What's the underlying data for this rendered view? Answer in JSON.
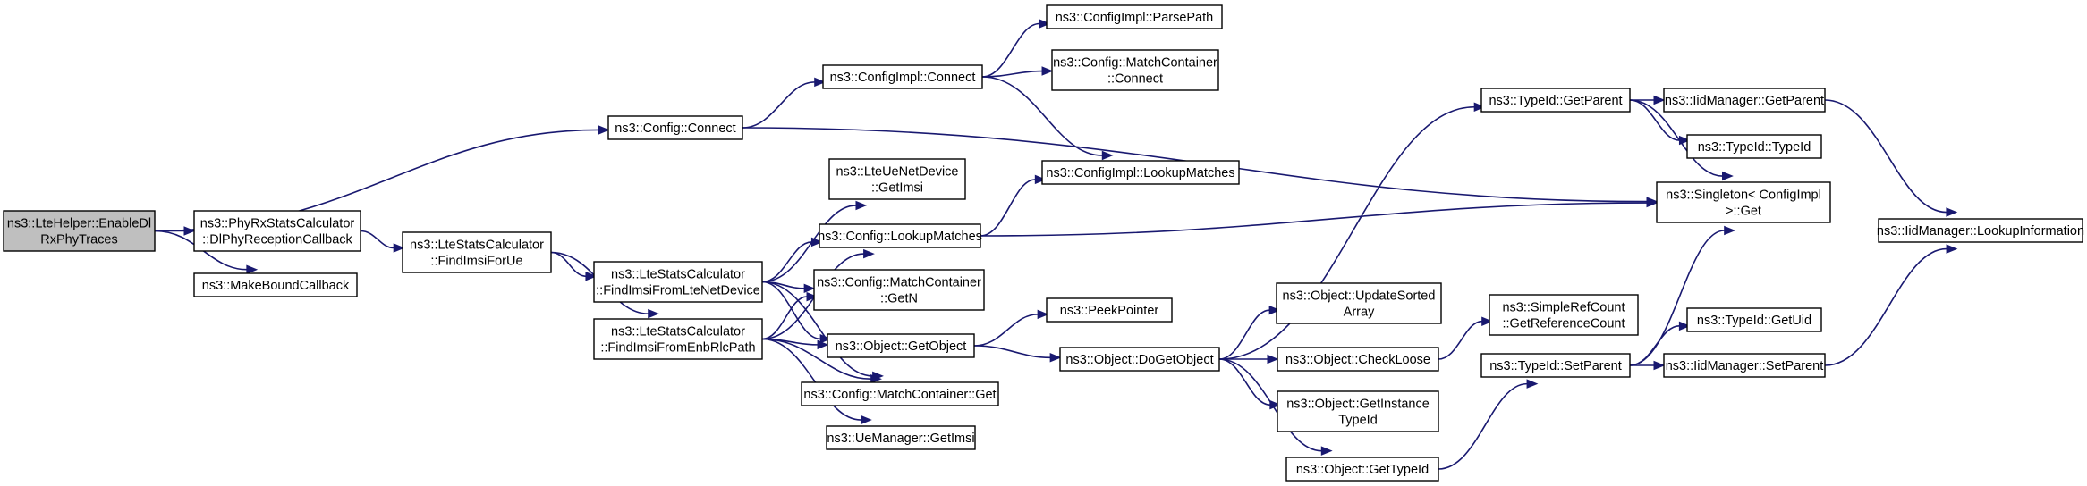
{
  "edge_color": "#191970",
  "root_fill": "#bfbfbf",
  "nodes": [
    {
      "id": "enable",
      "lines": [
        "ns3::LteHelper::EnableDl",
        "RxPhyTraces"
      ],
      "root": true
    },
    {
      "id": "cfgconnect",
      "lines": [
        "ns3::Config::Connect"
      ]
    },
    {
      "id": "phyrx",
      "lines": [
        "ns3::PhyRxStatsCalculator",
        "::DlPhyReceptionCallback"
      ]
    },
    {
      "id": "makebound",
      "lines": [
        "ns3::MakeBoundCallback"
      ]
    },
    {
      "id": "cfgimplconnect",
      "lines": [
        "ns3::ConfigImpl::Connect"
      ]
    },
    {
      "id": "findimsiue",
      "lines": [
        "ns3::LteStatsCalculator",
        "::FindImsiForUe"
      ]
    },
    {
      "id": "parsepath",
      "lines": [
        "ns3::ConfigImpl::ParsePath"
      ]
    },
    {
      "id": "mcconnect",
      "lines": [
        "ns3::Config::MatchContainer",
        "::Connect"
      ]
    },
    {
      "id": "ltuegetimsi",
      "lines": [
        "ns3::LteUeNetDevice",
        "::GetImsi"
      ]
    },
    {
      "id": "cfgimpllookup",
      "lines": [
        "ns3::ConfigImpl::LookupMatches"
      ]
    },
    {
      "id": "findlte",
      "lines": [
        "ns3::LteStatsCalculator",
        "::FindImsiFromLteNetDevice"
      ]
    },
    {
      "id": "cfglookup",
      "lines": [
        "ns3::Config::LookupMatches"
      ]
    },
    {
      "id": "mcgetn",
      "lines": [
        "ns3::Config::MatchContainer",
        "::GetN"
      ]
    },
    {
      "id": "findenb",
      "lines": [
        "ns3::LteStatsCalculator",
        "::FindImsiFromEnbRlcPath"
      ]
    },
    {
      "id": "getobject",
      "lines": [
        "ns3::Object::GetObject"
      ]
    },
    {
      "id": "peek",
      "lines": [
        "ns3::PeekPointer"
      ]
    },
    {
      "id": "mcget",
      "lines": [
        "ns3::Config::MatchContainer::Get"
      ]
    },
    {
      "id": "uemgr",
      "lines": [
        "ns3::UeManager::GetImsi"
      ]
    },
    {
      "id": "dogetobject",
      "lines": [
        "ns3::Object::DoGetObject"
      ]
    },
    {
      "id": "updsorted",
      "lines": [
        "ns3::Object::UpdateSorted",
        "Array"
      ]
    },
    {
      "id": "checkloose",
      "lines": [
        "ns3::Object::CheckLoose"
      ]
    },
    {
      "id": "getinstance",
      "lines": [
        "ns3::Object::GetInstance",
        "TypeId"
      ]
    },
    {
      "id": "objgettypeid",
      "lines": [
        "ns3::Object::GetTypeId"
      ]
    },
    {
      "id": "tidgetparent",
      "lines": [
        "ns3::TypeId::GetParent"
      ]
    },
    {
      "id": "singleton",
      "lines": [
        "ns3::Singleton< ConfigImpl",
        " >::Get"
      ]
    },
    {
      "id": "simpleref",
      "lines": [
        "ns3::SimpleRefCount",
        "::GetReferenceCount"
      ]
    },
    {
      "id": "tidsetparent",
      "lines": [
        "ns3::TypeId::SetParent"
      ]
    },
    {
      "id": "iidgetparent",
      "lines": [
        "ns3::IidManager::GetParent"
      ]
    },
    {
      "id": "tidtypeid",
      "lines": [
        "ns3::TypeId::TypeId"
      ]
    },
    {
      "id": "tidgetuid",
      "lines": [
        "ns3::TypeId::GetUid"
      ]
    },
    {
      "id": "iidsetparent",
      "lines": [
        "ns3::IidManager::SetParent"
      ]
    },
    {
      "id": "iidlookup",
      "lines": [
        "ns3::IidManager::LookupInformation"
      ]
    }
  ],
  "edges": [
    [
      "enable",
      "cfgconnect"
    ],
    [
      "enable",
      "phyrx"
    ],
    [
      "enable",
      "makebound"
    ],
    [
      "cfgconnect",
      "cfgimplconnect"
    ],
    [
      "cfgconnect",
      "singleton"
    ],
    [
      "cfgimplconnect",
      "parsepath"
    ],
    [
      "cfgimplconnect",
      "mcconnect"
    ],
    [
      "cfgimplconnect",
      "cfgimpllookup"
    ],
    [
      "phyrx",
      "findimsiue"
    ],
    [
      "findimsiue",
      "findlte"
    ],
    [
      "findimsiue",
      "findenb"
    ],
    [
      "findlte",
      "ltuegetimsi"
    ],
    [
      "findlte",
      "cfglookup"
    ],
    [
      "findlte",
      "mcgetn"
    ],
    [
      "findlte",
      "getobject"
    ],
    [
      "findlte",
      "mcget"
    ],
    [
      "findenb",
      "cfglookup"
    ],
    [
      "findenb",
      "mcgetn"
    ],
    [
      "findenb",
      "getobject"
    ],
    [
      "findenb",
      "mcget"
    ],
    [
      "findenb",
      "uemgr"
    ],
    [
      "cfglookup",
      "cfgimpllookup"
    ],
    [
      "cfglookup",
      "singleton"
    ],
    [
      "getobject",
      "peek"
    ],
    [
      "getobject",
      "dogetobject"
    ],
    [
      "dogetobject",
      "tidgetparent"
    ],
    [
      "dogetobject",
      "updsorted"
    ],
    [
      "dogetobject",
      "checkloose"
    ],
    [
      "dogetobject",
      "getinstance"
    ],
    [
      "dogetobject",
      "objgettypeid"
    ],
    [
      "checkloose",
      "simpleref"
    ],
    [
      "objgettypeid",
      "tidsetparent"
    ],
    [
      "tidgetparent",
      "iidgetparent"
    ],
    [
      "tidgetparent",
      "tidtypeid"
    ],
    [
      "tidgetparent",
      "singleton"
    ],
    [
      "tidsetparent",
      "singleton"
    ],
    [
      "tidsetparent",
      "tidgetuid"
    ],
    [
      "tidsetparent",
      "iidsetparent"
    ],
    [
      "iidgetparent",
      "iidlookup"
    ],
    [
      "iidsetparent",
      "iidlookup"
    ]
  ]
}
